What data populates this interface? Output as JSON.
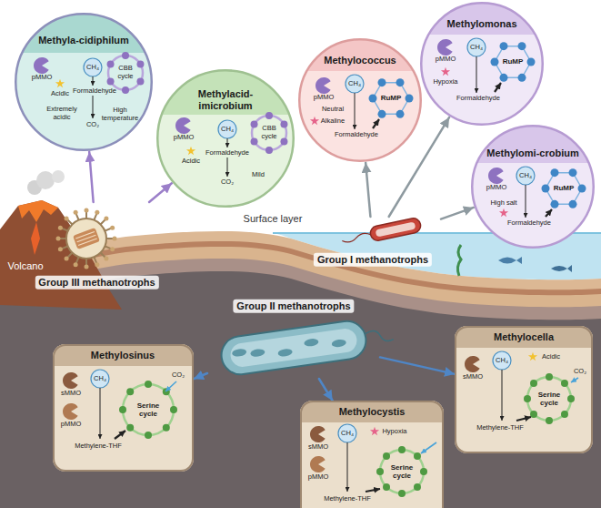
{
  "diagram": {
    "nodes": [
      {
        "text": [
          "Methyla-cidiphilum",
          "pMMO",
          "CH₄",
          "Acidic",
          "Formaldehyde",
          "Extremely acidic",
          "CBB cycle",
          "CO₂",
          "High temperature"
        ]
      },
      {
        "text": [
          "Methylacid- imicrobium",
          "pMMO",
          "CH₄",
          "Formaldehyde",
          "CBB cycle",
          "Acidic",
          "CO₂",
          "Mild"
        ]
      },
      {
        "text": [
          "Methylococcus",
          "pMMO",
          "CH₄",
          "Neutral",
          "Alkaline",
          "Formaldehyde",
          "RuMP"
        ]
      },
      {
        "text": [
          "Methylomonas",
          "pMMO",
          "Hypoxia",
          "CH₄",
          "RuMP",
          "Formaldehyde"
        ]
      },
      {
        "text": [
          "Methylomi-crobium",
          "pMMO",
          "CH₄",
          "High salt",
          "RuMP",
          "Formaldehyde"
        ]
      },
      {
        "text": [
          "Group III methanotrophs"
        ]
      },
      {
        "text": [
          "Group I methanotrophs"
        ]
      },
      {
        "text": [
          "Group II methanotrophs"
        ]
      },
      {
        "text": [
          "Methylosinus",
          "sMMO",
          "CH₄",
          "pMMO",
          "Serine cycle",
          "Methylene-THF",
          "CO₂"
        ]
      },
      {
        "text": [
          "Methylocystis",
          "sMMO",
          "CH₄",
          "Hypoxia",
          "pMMO",
          "Serine cycle",
          "Methylene-THF"
        ]
      },
      {
        "text": [
          "Methylocella",
          "sMMO",
          "Acidic",
          "CH₄",
          "Serine cycle",
          "Methylene-THF",
          "CO₂"
        ]
      }
    ],
    "edges": [
      {
        "from": 5,
        "to": 0,
        "arrow": "to"
      },
      {
        "from": 5,
        "to": 1,
        "arrow": "to"
      },
      {
        "from": 6,
        "to": 2,
        "arrow": "to"
      },
      {
        "from": 6,
        "to": 3,
        "arrow": "to"
      },
      {
        "from": 6,
        "to": 4,
        "arrow": "to"
      },
      {
        "from": 7,
        "to": 8,
        "arrow": "to"
      },
      {
        "from": 7,
        "to": 9,
        "arrow": "to"
      },
      {
        "from": 7,
        "to": 10,
        "arrow": "to"
      }
    ],
    "labels": [
      "Volcano",
      "Surface layer"
    ]
  }
}
